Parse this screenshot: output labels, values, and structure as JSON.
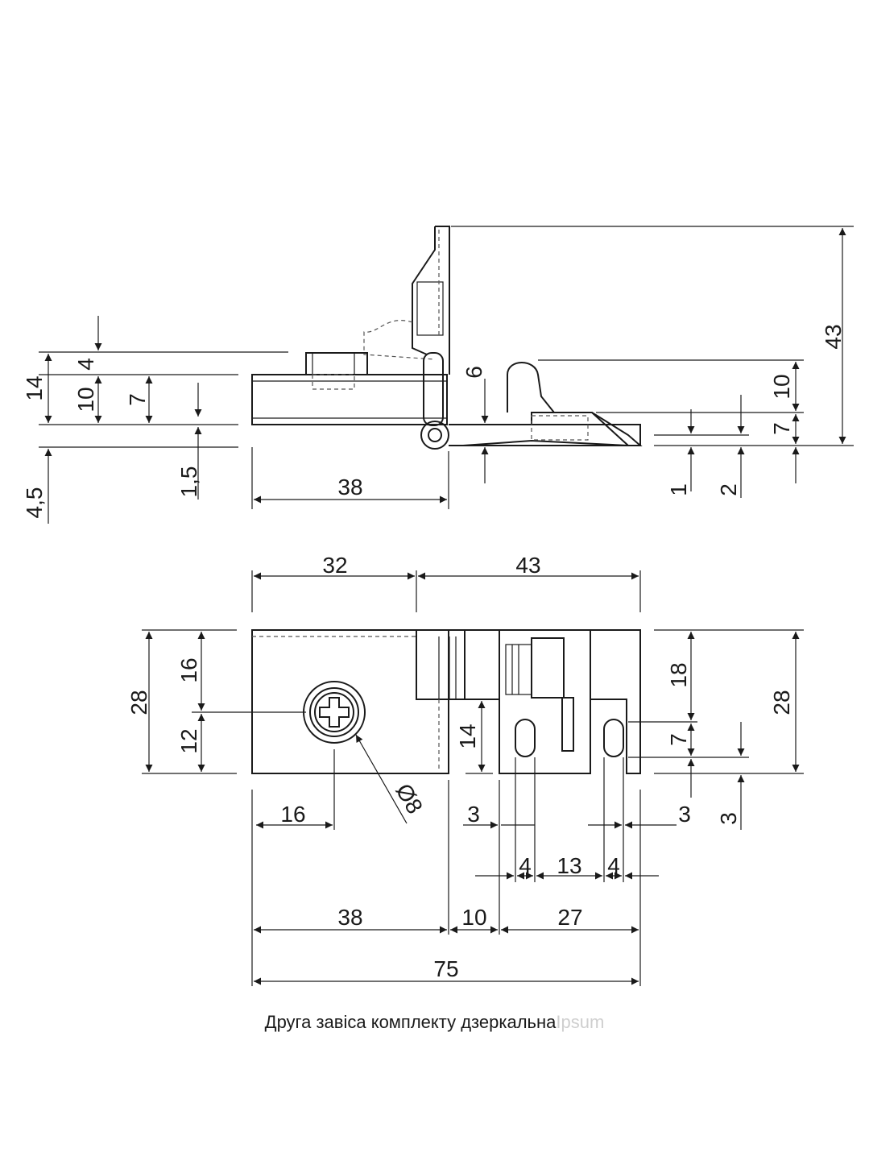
{
  "side_view": {
    "dims": {
      "h43": "43",
      "h14": "14",
      "h4": "4",
      "h10a": "10",
      "h7a": "7",
      "h45": "4,5",
      "h15": "1,5",
      "w38": "38",
      "h6": "6",
      "h10b": "10",
      "h7b": "7",
      "h1": "1",
      "h2": "2"
    }
  },
  "top_view": {
    "dims": {
      "w32": "32",
      "w43": "43",
      "h28l": "28",
      "h16": "16",
      "h12": "12",
      "h14": "14",
      "h18": "18",
      "h28r": "28",
      "h7": "7",
      "h3r": "3",
      "d8": "Ø8",
      "w16": "16",
      "w3a": "3",
      "w3b": "3",
      "w4a": "4",
      "w13": "13",
      "w4b": "4",
      "w38": "38",
      "w10": "10",
      "w27": "27",
      "w75": "75"
    }
  },
  "caption": {
    "text": "Друга завіса комплекту дзеркальна",
    "watermark": "Ipsum"
  }
}
